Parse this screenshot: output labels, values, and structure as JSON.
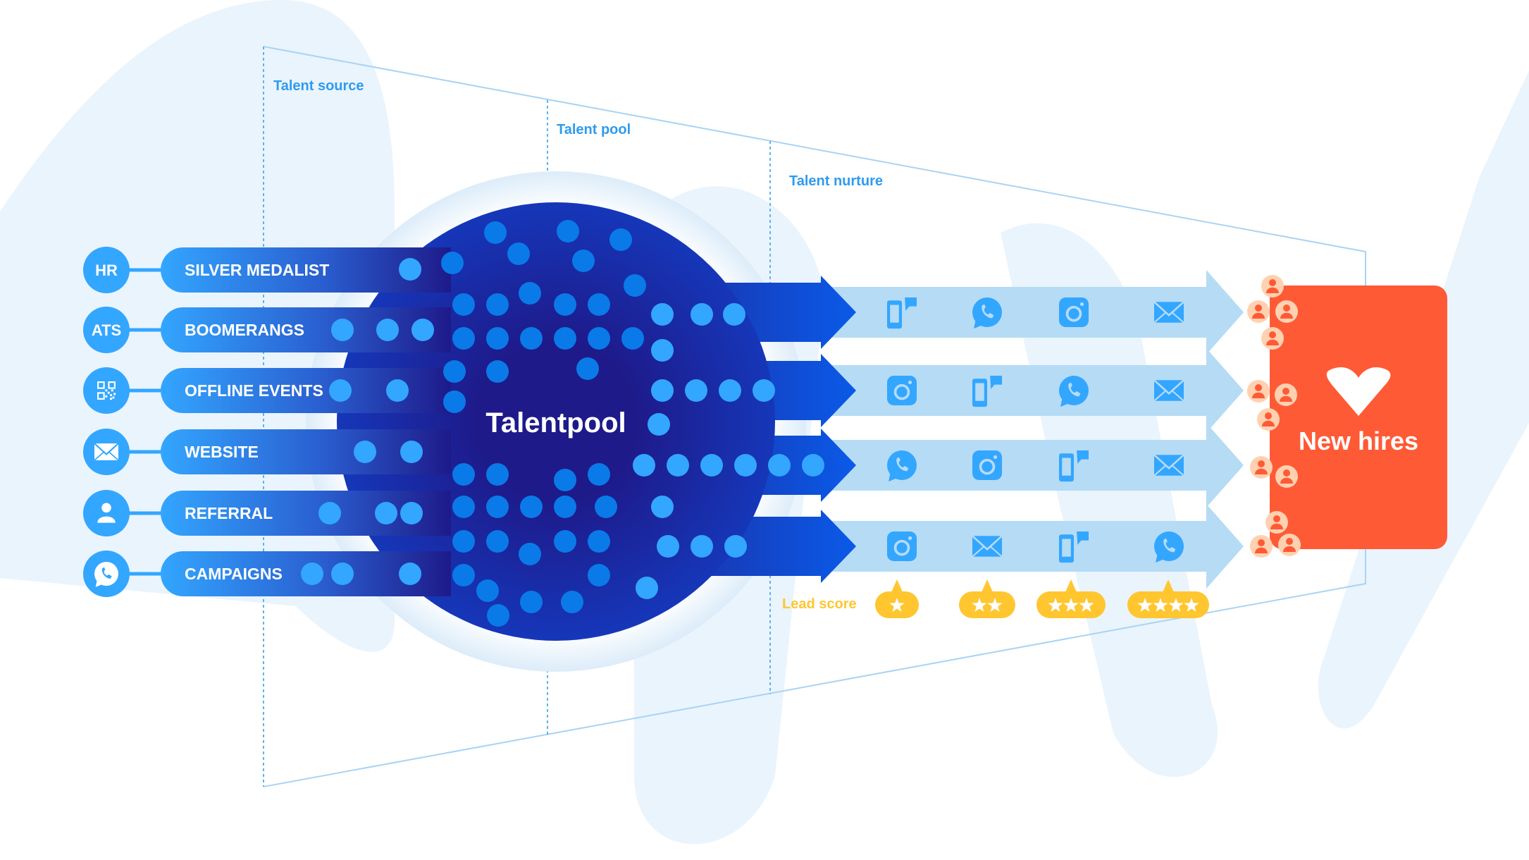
{
  "sections": {
    "talent_source": "Talent source",
    "talent_pool": "Talent pool",
    "talent_nurture": "Talent nurture"
  },
  "sources": [
    {
      "badge": "HR",
      "icon": "text",
      "label": "SILVER MEDALIST"
    },
    {
      "badge": "ATS",
      "icon": "text",
      "label": "BOOMERANGS"
    },
    {
      "badge": "",
      "icon": "qr-code-icon",
      "label": "OFFLINE EVENTS"
    },
    {
      "badge": "",
      "icon": "email-icon",
      "label": "WEBSITE"
    },
    {
      "badge": "",
      "icon": "person-icon",
      "label": "REFERRAL"
    },
    {
      "badge": "",
      "icon": "whatsapp-icon",
      "label": "CAMPAIGNS"
    }
  ],
  "pool_label": "Talentpool",
  "nurture_rows": [
    [
      "sms-icon",
      "whatsapp-icon",
      "instagram-icon",
      "email-icon"
    ],
    [
      "instagram-icon",
      "sms-icon",
      "whatsapp-icon",
      "email-icon"
    ],
    [
      "whatsapp-icon",
      "instagram-icon",
      "sms-icon",
      "email-icon"
    ],
    [
      "instagram-icon",
      "email-icon",
      "sms-icon",
      "whatsapp-icon"
    ]
  ],
  "lead_score": {
    "label": "Lead score",
    "stars": [
      1,
      2,
      3,
      4
    ]
  },
  "new_hires": {
    "label": "New hires",
    "icon": "heart-icon"
  },
  "colors": {
    "primary": "#33A6FF",
    "dark_pool": "#1E1A8A",
    "light_band": "#B5DBF5",
    "section_label": "#2E9BF0",
    "lead_gold": "#FFC630",
    "new_hires": "#FF5A36",
    "candidate": "#FFD1B0"
  }
}
